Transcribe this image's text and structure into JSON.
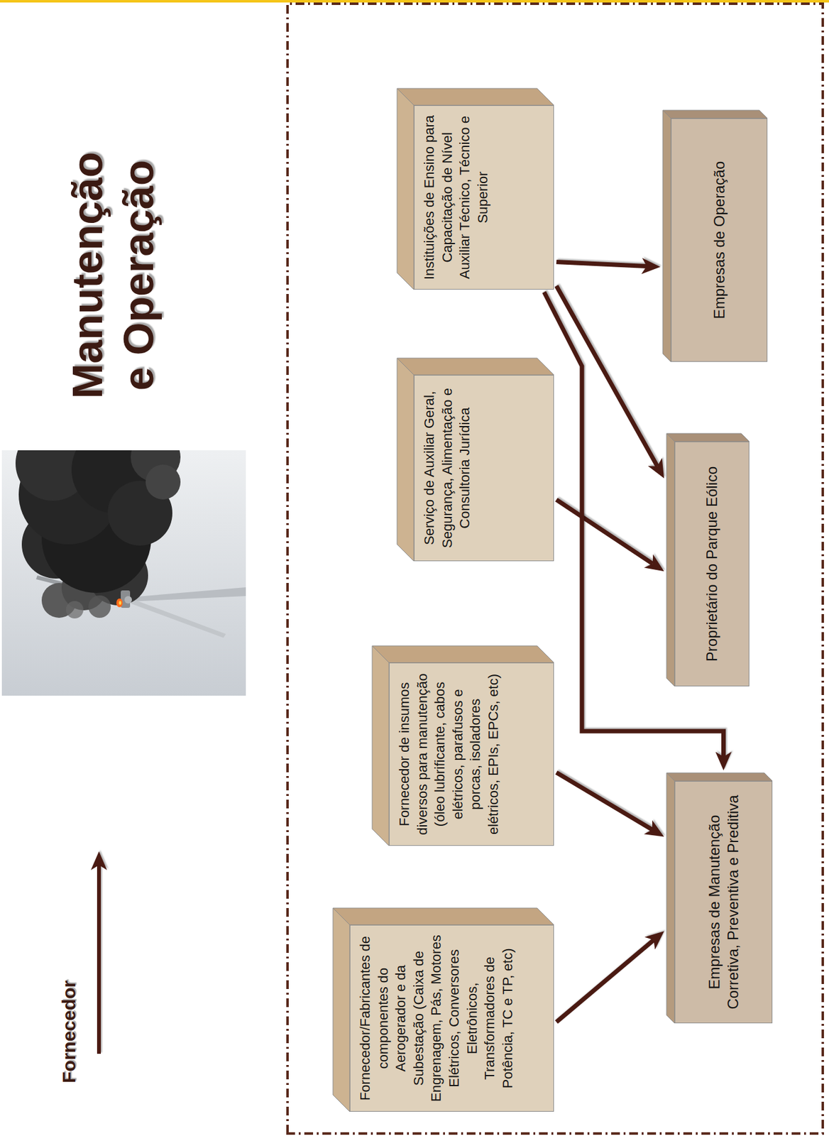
{
  "diagram": {
    "title": "Manutenção e Operação",
    "nodes": [
      {
        "text": [
          "Fornecedor/Fabricantes de componentes do Aerogerador e da Subestação (Caixa de Engrenagem, Pás, Motores Elétricos, Conversores Eletrônicos, Transformadores de Potência, TC e TP, etc)"
        ]
      },
      {
        "text": [
          "Fornecedor de insumos diversos para manutenção (óleo lubrificante, cabos elétricos, parafusos e porcas, isoladores elétricos, EPIs, EPCs, etc)"
        ]
      },
      {
        "text": [
          "Serviço de Auxiliar Geral, Segurança, Alimentação e Consultoria Jurídica"
        ]
      },
      {
        "text": [
          "Instituições de Ensino para Capacitação de Nível Auxiliar Técnico, Técnico e Superior"
        ]
      },
      {
        "text": [
          "Empresas de Manutenção Corretiva, Preventiva e Preditiva"
        ]
      },
      {
        "text": [
          "Proprietário do Parque Eólico"
        ]
      },
      {
        "text": [
          "Empresas de Operação"
        ]
      }
    ],
    "edges": [
      {
        "from": 0,
        "to": 4,
        "arrow": "to"
      },
      {
        "from": 1,
        "to": 4,
        "arrow": "to"
      },
      {
        "from": 2,
        "to": 5,
        "arrow": "to"
      },
      {
        "from": 3,
        "to": 4,
        "arrow": "to"
      },
      {
        "from": 3,
        "to": 5,
        "arrow": "to"
      },
      {
        "from": 3,
        "to": 6,
        "arrow": "to"
      }
    ],
    "labels": [
      "Fornecedor"
    ]
  }
}
